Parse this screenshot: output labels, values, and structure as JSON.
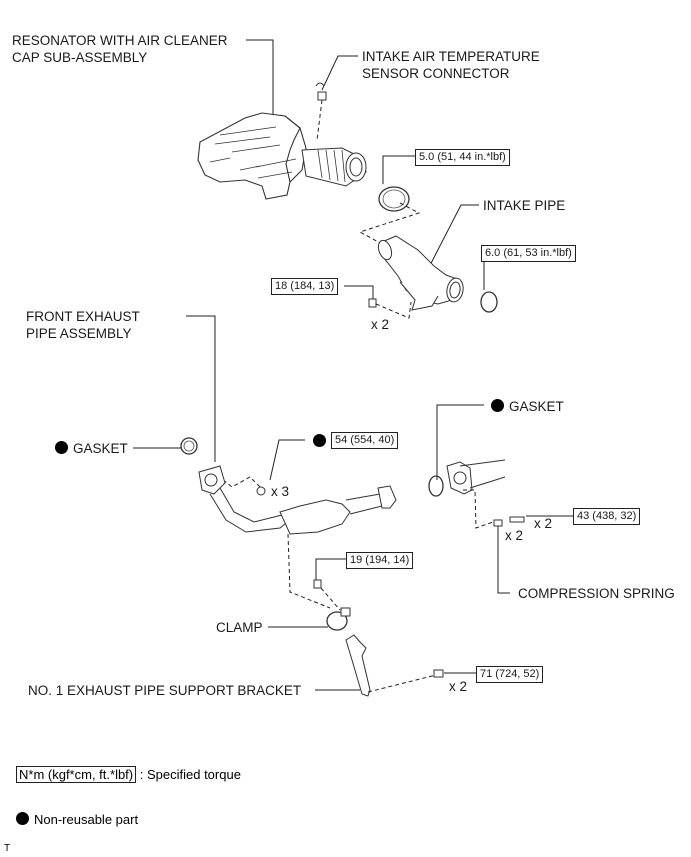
{
  "title": "Exhaust / Intake Components Exploded View",
  "parts": {
    "resonator": {
      "line1": "RESONATOR WITH AIR CLEANER",
      "line2": "CAP SUB-ASSEMBLY"
    },
    "iat_sensor": {
      "line1": "INTAKE AIR TEMPERATURE",
      "line2": "SENSOR CONNECTOR"
    },
    "intake_pipe": "INTAKE PIPE",
    "front_exhaust": {
      "line1": "FRONT EXHAUST",
      "line2": "PIPE ASSEMBLY"
    },
    "gasket_left": "GASKET",
    "gasket_right": "GASKET",
    "compression_spring": "COMPRESSION SPRING",
    "clamp": "CLAMP",
    "support_bracket": "NO. 1 EXHAUST PIPE SUPPORT BRACKET"
  },
  "torques": {
    "clamp_upper": "5.0 (51, 44 in.*lbf)",
    "clamp_lower": "6.0 (61, 53 in.*lbf)",
    "intake_bolt": "18 (184, 13)",
    "exhaust_nut": "54 (554, 40)",
    "spring_bolt": "43 (438, 32)",
    "clamp_bolt": "19 (194, 14)",
    "bracket_bolt": "71 (724, 52)"
  },
  "quantities": {
    "intake_bolt": "x 2",
    "exhaust_nut": "x 3",
    "spring": "x 2",
    "spring_bolt": "x 2",
    "bracket_bolt": "x 2"
  },
  "non_reusable_marker": "filled-circle-icon",
  "legend": {
    "torque_box": "N*m (kgf*cm, ft.*lbf)",
    "torque_desc": ": Specified torque",
    "non_reusable": "Non-reusable part"
  },
  "corner_mark": "T"
}
